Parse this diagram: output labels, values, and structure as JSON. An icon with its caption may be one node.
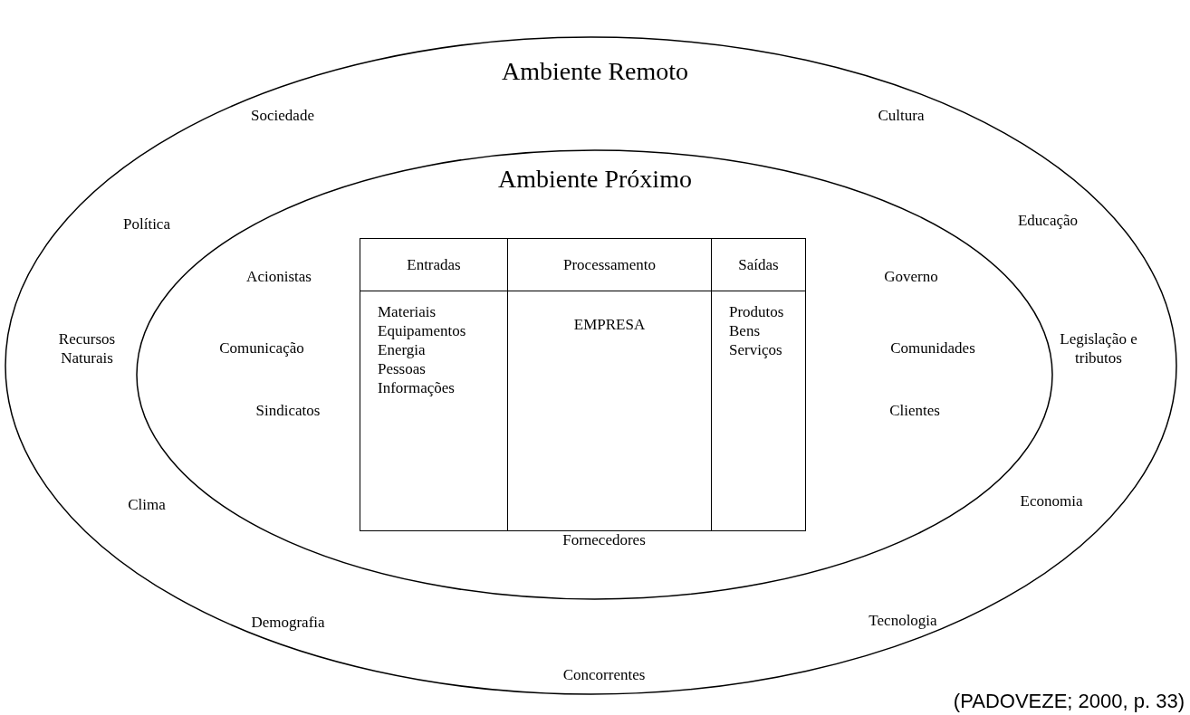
{
  "diagram": {
    "caption": "(PADOVEZE; 2000, p. 33)",
    "nodes": [
      {
        "text": [
          "Ambiente Remoto",
          "Sociedade",
          "Cultura",
          "Política",
          "Educação",
          "Recursos Naturais",
          "Legislação e tributos",
          "Clima",
          "Economia",
          "Demografia",
          "Tecnologia",
          "Concorrentes"
        ]
      },
      {
        "text": [
          "Ambiente Próximo",
          "Acionistas",
          "Governo",
          "Comunicação",
          "Comunidades",
          "Sindicatos",
          "Clientes",
          "Fornecedores"
        ],
        "in": 0
      },
      {
        "text": [
          "Entradas",
          "Materiais",
          "Equipamentos",
          "Energia",
          "Pessoas",
          "Informações"
        ],
        "in": 1
      },
      {
        "text": [
          "Processamento",
          "EMPRESA"
        ],
        "in": 1
      },
      {
        "text": [
          "Saídas",
          "Produtos",
          "Bens",
          "Serviços"
        ],
        "in": 1
      }
    ]
  }
}
